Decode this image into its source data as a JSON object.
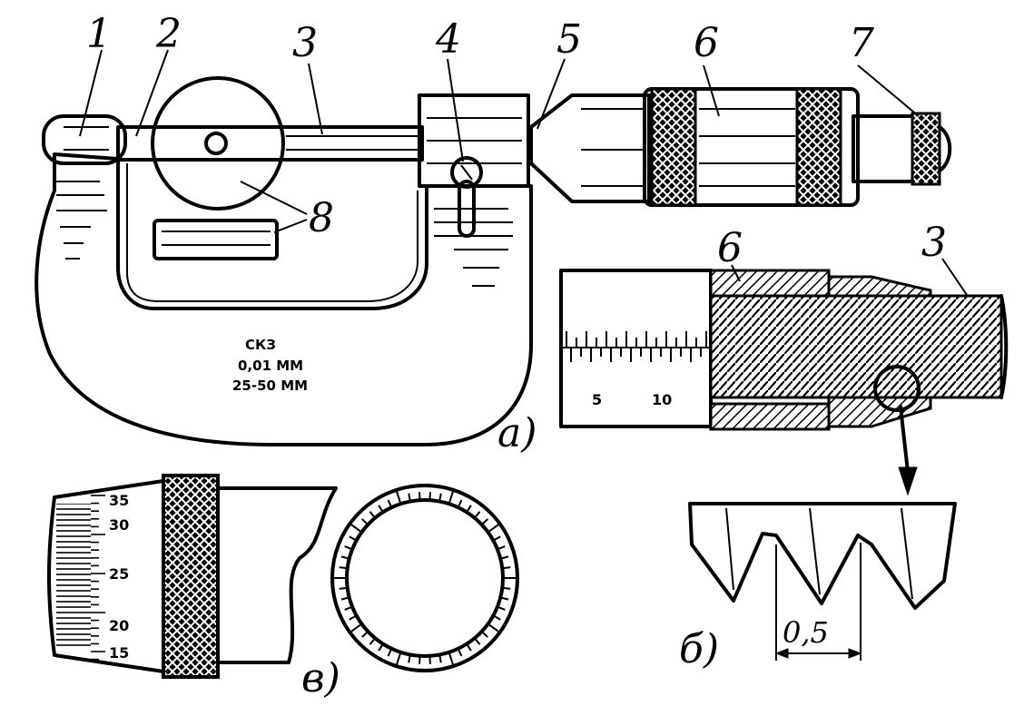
{
  "callouts": [
    "1",
    "2",
    "3",
    "4",
    "5",
    "6",
    "7",
    "8"
  ],
  "part_labels": {
    "a": "а)",
    "b": "б)",
    "v": "в)"
  },
  "frame_marking": {
    "logo": "СКЗ",
    "resolution": "0,01 ММ",
    "range": "25-50 ММ"
  },
  "section_callouts": {
    "thimble": "6",
    "spindle": "3"
  },
  "sleeve_scale": [
    "5",
    "10"
  ],
  "thimble_scale": [
    "35",
    "30",
    "25",
    "20",
    "15"
  ],
  "thread_pitch": "0,5",
  "colors": {
    "ink": "#000000",
    "paper": "#ffffff"
  }
}
